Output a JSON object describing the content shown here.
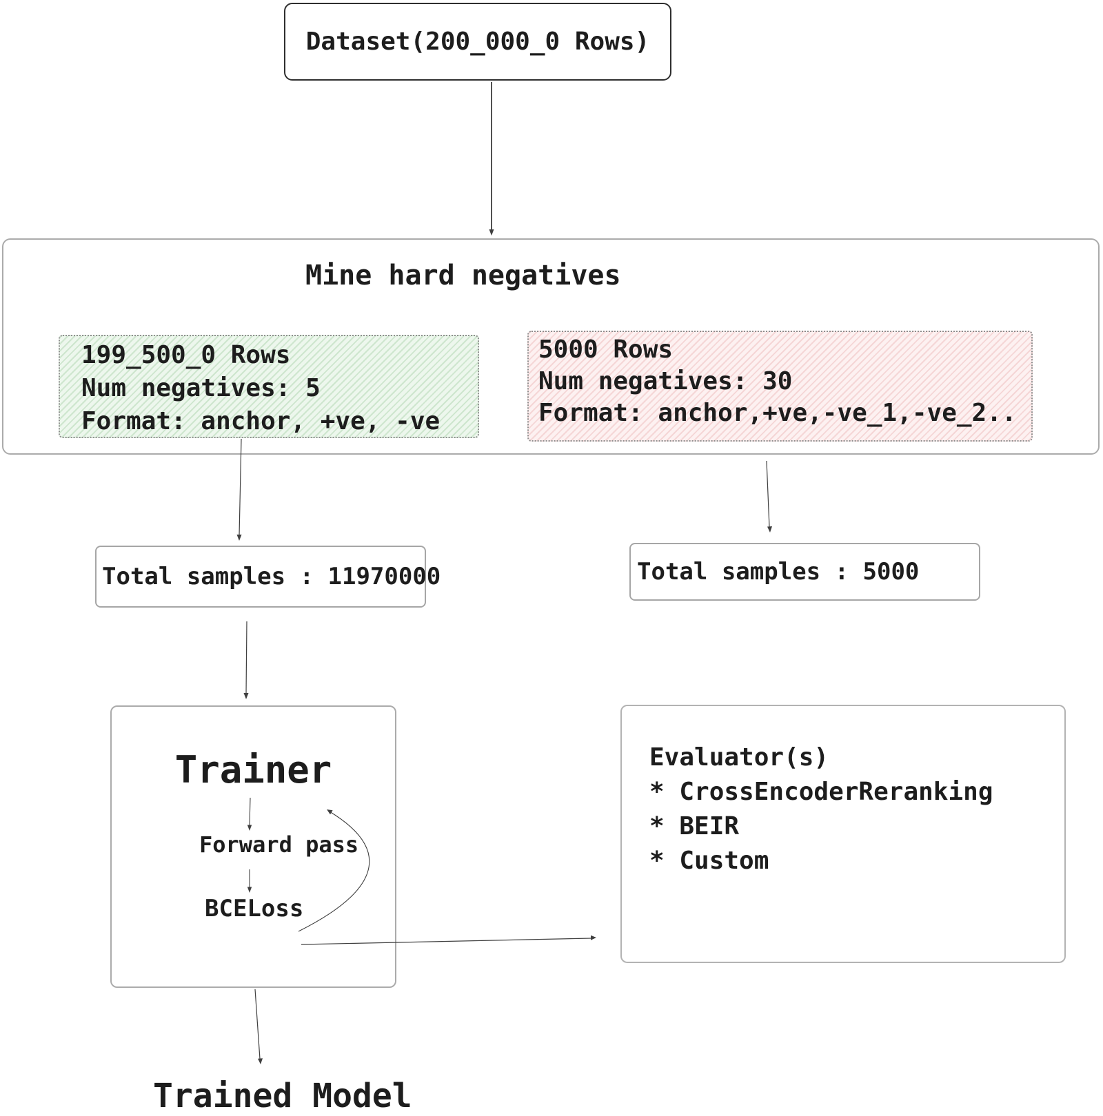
{
  "dataset": {
    "label": "Dataset(200_000_0 Rows)"
  },
  "mine": {
    "title": "Mine hard negatives",
    "train_split": {
      "lines": [
        "199_500_0 Rows",
        "Num negatives: 5",
        "Format: anchor, +ve, -ve"
      ]
    },
    "eval_split": {
      "lines": [
        "5000 Rows",
        "Num negatives: 30",
        "Format: anchor,+ve,-ve_1,-ve_2.."
      ]
    }
  },
  "totals": {
    "train": "Total samples : 11970000",
    "eval": "Total samples : 5000"
  },
  "trainer": {
    "title": "Trainer",
    "forward": "Forward pass",
    "loss": "BCELoss"
  },
  "evaluator": {
    "title": "Evaluator(s)",
    "items": [
      "* CrossEncoderReranking",
      "* BEIR",
      "* Custom"
    ]
  },
  "output": {
    "label": "Trained Model"
  },
  "colors": {
    "train_split_fill": "#edf7ed",
    "train_split_hatch": "#60a860",
    "eval_split_fill": "#fdf1f1",
    "eval_split_hatch": "#d66a6a",
    "box_border": "#ababab",
    "dataset_border": "#2e2e2e",
    "text": "#1d1d1d"
  }
}
